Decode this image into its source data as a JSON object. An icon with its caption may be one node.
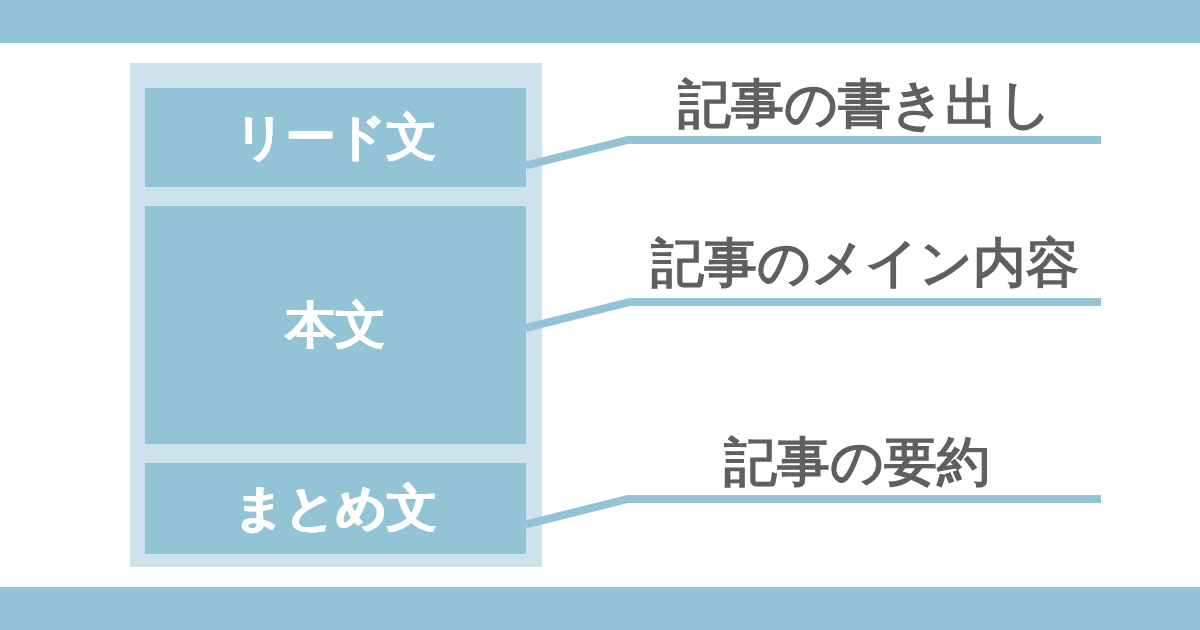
{
  "diagram": {
    "nodes": [
      {
        "text": [],
        "shape": "box"
      },
      {
        "text": [
          "リード文"
        ],
        "in": 0
      },
      {
        "text": [
          "本文"
        ],
        "in": 0
      },
      {
        "text": [
          "まとめ文"
        ],
        "in": 0
      },
      {
        "text": [
          "記事の書き出し"
        ]
      },
      {
        "text": [
          "記事のメイン内容"
        ]
      },
      {
        "text": [
          "記事の要約"
        ]
      }
    ],
    "edges": [
      {
        "from": 4,
        "to": 1,
        "arrow": "none"
      },
      {
        "from": 5,
        "to": 2,
        "arrow": "none"
      },
      {
        "from": 6,
        "to": 3,
        "arrow": "none"
      }
    ]
  }
}
